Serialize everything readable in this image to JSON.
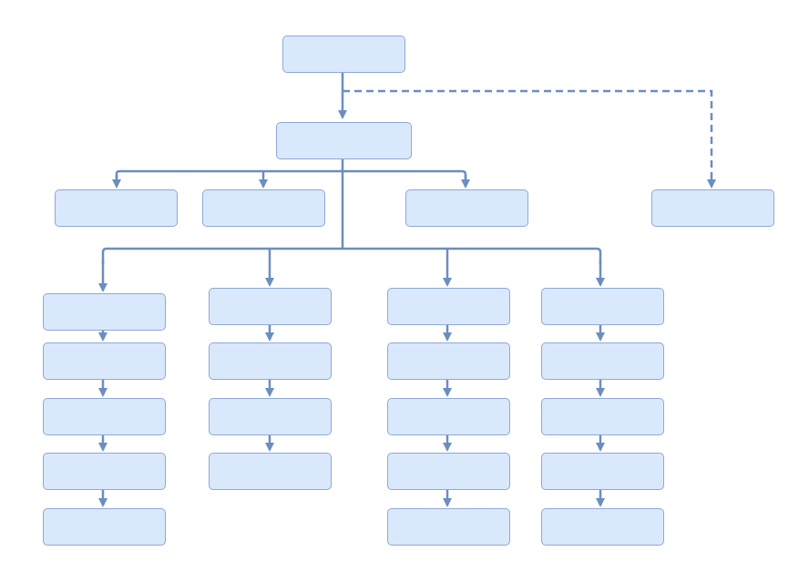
{
  "diagram": {
    "type": "org-chart",
    "colors": {
      "node_fill": "#dae8fc",
      "node_border": "#8ea9d4",
      "connector": "#6c8ebf"
    },
    "nodes": [
      {
        "id": "root",
        "label": ""
      },
      {
        "id": "level1",
        "label": ""
      },
      {
        "id": "side",
        "label": ""
      },
      {
        "id": "branch-a",
        "label": ""
      },
      {
        "id": "branch-b",
        "label": ""
      },
      {
        "id": "branch-c",
        "label": ""
      },
      {
        "id": "col1-1",
        "label": ""
      },
      {
        "id": "col1-2",
        "label": ""
      },
      {
        "id": "col1-3",
        "label": ""
      },
      {
        "id": "col1-4",
        "label": ""
      },
      {
        "id": "col1-5",
        "label": ""
      },
      {
        "id": "col2-1",
        "label": ""
      },
      {
        "id": "col2-2",
        "label": ""
      },
      {
        "id": "col2-3",
        "label": ""
      },
      {
        "id": "col2-4",
        "label": ""
      },
      {
        "id": "col3-1",
        "label": ""
      },
      {
        "id": "col3-2",
        "label": ""
      },
      {
        "id": "col3-3",
        "label": ""
      },
      {
        "id": "col3-4",
        "label": ""
      },
      {
        "id": "col3-5",
        "label": ""
      },
      {
        "id": "col4-1",
        "label": ""
      },
      {
        "id": "col4-2",
        "label": ""
      },
      {
        "id": "col4-3",
        "label": ""
      },
      {
        "id": "col4-4",
        "label": ""
      },
      {
        "id": "col4-5",
        "label": ""
      }
    ],
    "edges": [
      {
        "from": "root",
        "to": "level1",
        "style": "solid"
      },
      {
        "from": "root",
        "to": "side",
        "style": "dashed"
      },
      {
        "from": "level1",
        "to": "branch-a",
        "style": "solid"
      },
      {
        "from": "level1",
        "to": "branch-b",
        "style": "solid"
      },
      {
        "from": "level1",
        "to": "branch-c",
        "style": "solid"
      },
      {
        "from": "level1",
        "to": "col1-1",
        "style": "solid"
      },
      {
        "from": "level1",
        "to": "col2-1",
        "style": "solid"
      },
      {
        "from": "level1",
        "to": "col3-1",
        "style": "solid"
      },
      {
        "from": "level1",
        "to": "col4-1",
        "style": "solid"
      },
      {
        "from": "col1-1",
        "to": "col1-2",
        "style": "solid"
      },
      {
        "from": "col1-2",
        "to": "col1-3",
        "style": "solid"
      },
      {
        "from": "col1-3",
        "to": "col1-4",
        "style": "solid"
      },
      {
        "from": "col1-4",
        "to": "col1-5",
        "style": "solid"
      },
      {
        "from": "col2-1",
        "to": "col2-2",
        "style": "solid"
      },
      {
        "from": "col2-2",
        "to": "col2-3",
        "style": "solid"
      },
      {
        "from": "col2-3",
        "to": "col2-4",
        "style": "solid"
      },
      {
        "from": "col3-1",
        "to": "col3-2",
        "style": "solid"
      },
      {
        "from": "col3-2",
        "to": "col3-3",
        "style": "solid"
      },
      {
        "from": "col3-3",
        "to": "col3-4",
        "style": "solid"
      },
      {
        "from": "col3-4",
        "to": "col3-5",
        "style": "solid"
      },
      {
        "from": "col4-1",
        "to": "col4-2",
        "style": "solid"
      },
      {
        "from": "col4-2",
        "to": "col4-3",
        "style": "solid"
      },
      {
        "from": "col4-3",
        "to": "col4-4",
        "style": "solid"
      },
      {
        "from": "col4-4",
        "to": "col4-5",
        "style": "solid"
      }
    ]
  }
}
